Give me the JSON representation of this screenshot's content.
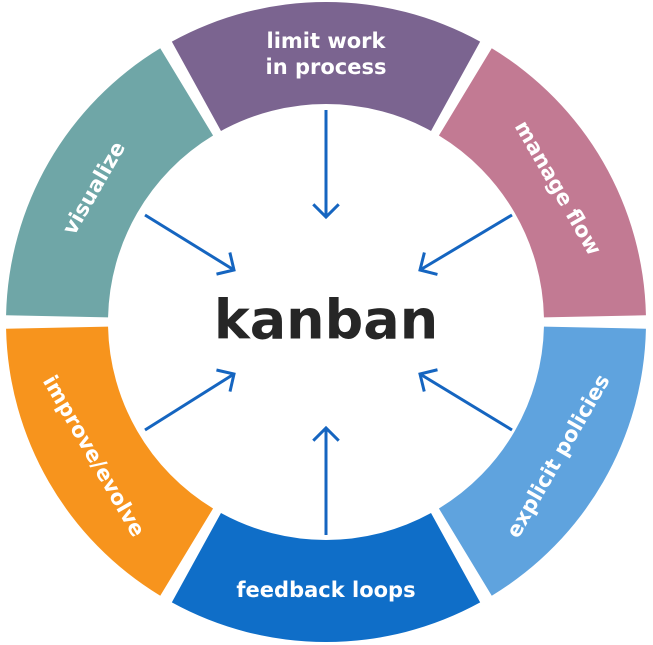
{
  "center_title": "kanban",
  "arrow_color": "#1565c0",
  "segments": [
    {
      "id": "limit-wip",
      "lines": [
        "limit work",
        "in process"
      ],
      "color": "#7b6490"
    },
    {
      "id": "manage-flow",
      "lines": [
        "manage flow"
      ],
      "color": "#c27a93"
    },
    {
      "id": "explicit-policies",
      "lines": [
        "explicit policies"
      ],
      "color": "#5fa3de"
    },
    {
      "id": "feedback-loops",
      "lines": [
        "feedback loops"
      ],
      "color": "#0f6ec8"
    },
    {
      "id": "improve-evolve",
      "lines": [
        "improve/evolve"
      ],
      "color": "#f7941d"
    },
    {
      "id": "visualize",
      "lines": [
        "visualize"
      ],
      "color": "#6fa6a7"
    }
  ]
}
